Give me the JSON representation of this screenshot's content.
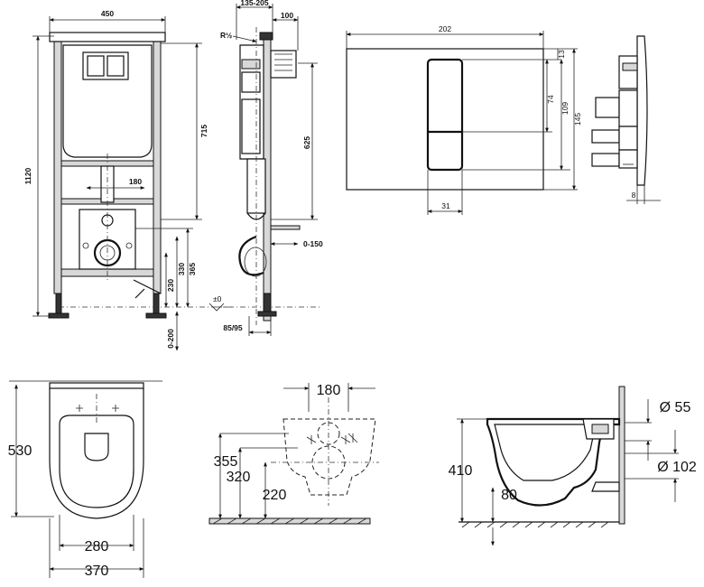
{
  "frame_front": {
    "w450": "450",
    "h1120": "1120",
    "h715": "715",
    "d180": "180",
    "h365": "365",
    "h330": "330",
    "h230": "230",
    "h0200": "0-200"
  },
  "frame_side": {
    "top": "135-205",
    "top2": "100",
    "thread": "R½",
    "h625": "625",
    "d0150": "0-150",
    "d8595": "85/95"
  },
  "plate": {
    "w202": "202",
    "h13": "13",
    "h74": "74",
    "h109": "109",
    "h145": "145",
    "w31": "31",
    "d8": "8"
  },
  "bowl_top": {
    "l530": "530",
    "w280": "280",
    "w370": "370"
  },
  "bowl_back": {
    "w180": "180",
    "h355": "355",
    "h320": "320",
    "h220": "220"
  },
  "bowl_side": {
    "h410": "410",
    "h80": "80",
    "d55": "Ø 55",
    "d102": "Ø 102"
  }
}
